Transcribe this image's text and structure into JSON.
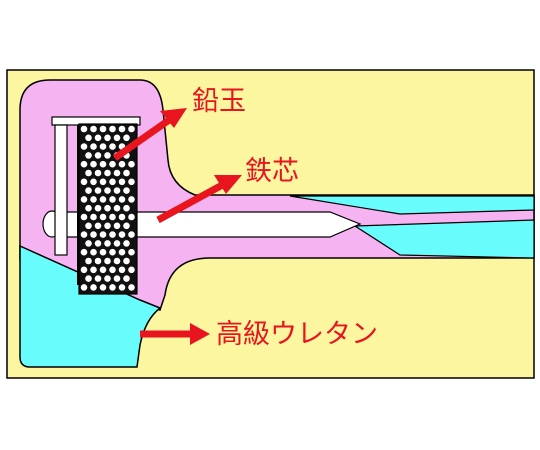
{
  "colors": {
    "background_panel": "#fdf6a0",
    "body_pink": "#f6b3f1",
    "urethane_cyan": "#68fcfc",
    "core_white": "#ffffff",
    "shot_black": "#111111",
    "outline": "#000000",
    "arrow_red": "#e8141e",
    "label_red": "#e8141e"
  },
  "labels": {
    "lead_shot": "鉛玉",
    "iron_core": "鉄芯",
    "urethane": "高級ウレタン"
  }
}
